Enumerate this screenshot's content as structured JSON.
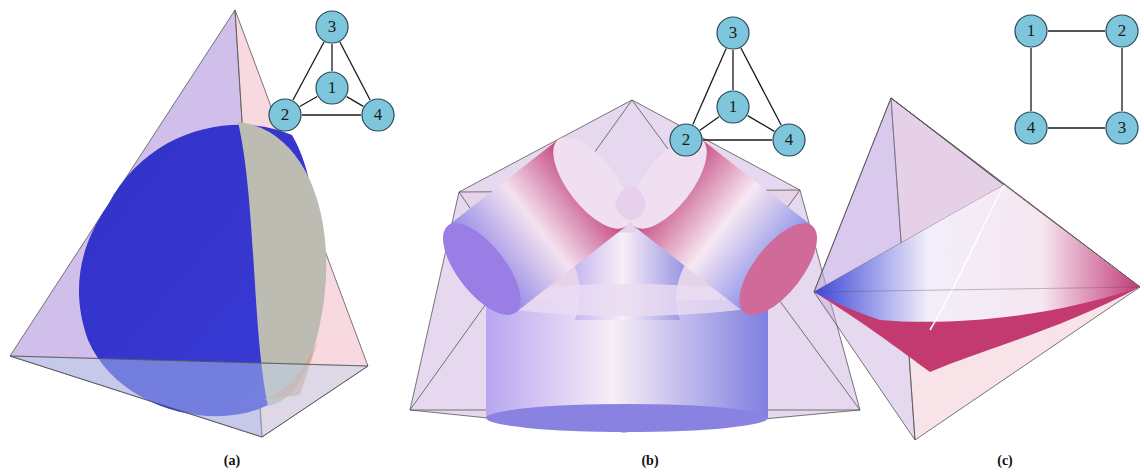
{
  "diagram": {
    "nodes": [
      {
        "text": [
          "3"
        ]
      },
      {
        "text": [
          "1"
        ]
      },
      {
        "text": [
          "2"
        ]
      },
      {
        "text": [
          "4"
        ]
      },
      {
        "text": [
          "3"
        ]
      },
      {
        "text": [
          "1"
        ]
      },
      {
        "text": [
          "2"
        ]
      },
      {
        "text": [
          "4"
        ]
      },
      {
        "text": [
          "1"
        ]
      },
      {
        "text": [
          "2"
        ]
      },
      {
        "text": [
          "4"
        ]
      },
      {
        "text": [
          "3"
        ]
      }
    ],
    "edges": [
      {
        "from": 0,
        "to": 1,
        "arrow": "none"
      },
      {
        "from": 0,
        "to": 2,
        "arrow": "none"
      },
      {
        "from": 0,
        "to": 3,
        "arrow": "none"
      },
      {
        "from": 1,
        "to": 2,
        "arrow": "none"
      },
      {
        "from": 1,
        "to": 3,
        "arrow": "none"
      },
      {
        "from": 2,
        "to": 3,
        "arrow": "none"
      },
      {
        "from": 4,
        "to": 5,
        "arrow": "none"
      },
      {
        "from": 4,
        "to": 6,
        "arrow": "none"
      },
      {
        "from": 4,
        "to": 7,
        "arrow": "none"
      },
      {
        "from": 5,
        "to": 6,
        "arrow": "none"
      },
      {
        "from": 5,
        "to": 7,
        "arrow": "none"
      },
      {
        "from": 6,
        "to": 7,
        "arrow": "none"
      },
      {
        "from": 8,
        "to": 9,
        "arrow": "none"
      },
      {
        "from": 9,
        "to": 11,
        "arrow": "none"
      },
      {
        "from": 11,
        "to": 10,
        "arrow": "none"
      },
      {
        "from": 10,
        "to": 8,
        "arrow": "none"
      }
    ],
    "labels": [
      "(a)",
      "(b)",
      "(c)"
    ]
  }
}
